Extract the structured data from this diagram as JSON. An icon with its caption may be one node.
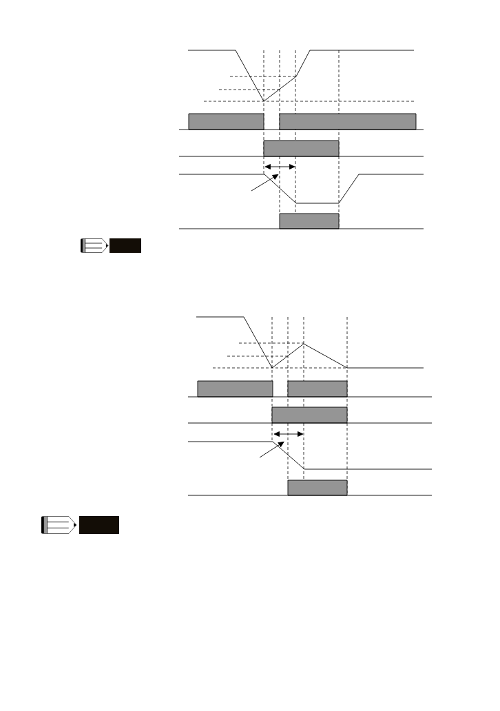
{
  "diagram": {
    "nodes": [
      {
        "text": [],
        "shape": "line"
      },
      {
        "text": [],
        "shape": "line"
      }
    ],
    "edges": [
      {
        "from": null,
        "to": 0,
        "arrow": "to"
      },
      {
        "from": null,
        "to": 1,
        "arrow": "to"
      }
    ]
  }
}
